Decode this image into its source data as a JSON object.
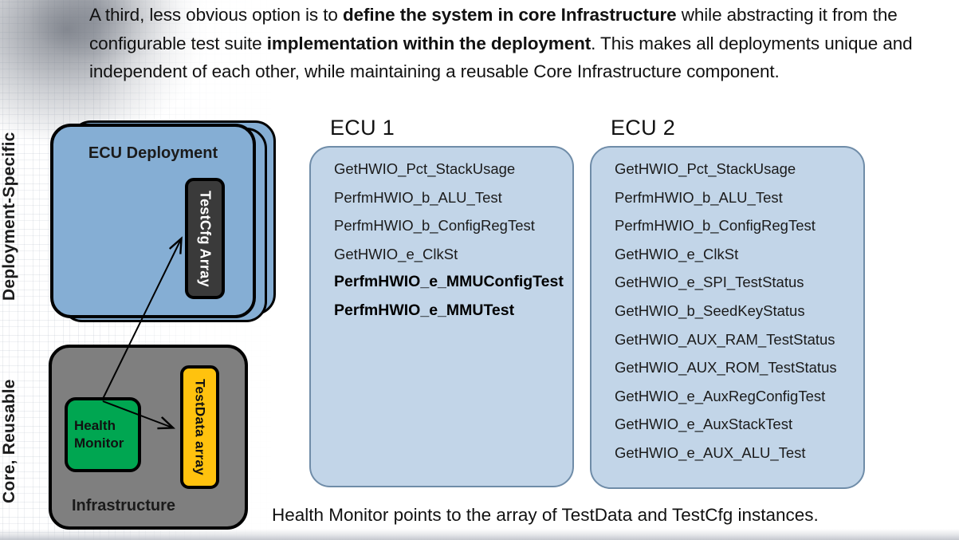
{
  "slide": {
    "intro": {
      "segments": [
        {
          "text": "A third, less obvious option is to ",
          "bold": false
        },
        {
          "text": "define the system in core Infrastructure",
          "bold": true
        },
        {
          "text": " while abstracting it from the configurable test suite ",
          "bold": false
        },
        {
          "text": "implementation within the deployment",
          "bold": true
        },
        {
          "text": ". This makes all deployments unique and independent of each other, while maintaining a reusable Core Infrastructure component.",
          "bold": false
        }
      ],
      "plain": "A third, less obvious option is to define the system in core Infrastructure while abstracting it from the configurable test suite implementation within the deployment. This makes all deployments unique and independent of each other, while maintaining a reusable Core Infrastructure component."
    },
    "caption": "Health Monitor points to the array of TestData and TestCfg instances."
  },
  "side_labels": {
    "top": "Deployment-Specific",
    "bottom": "Core, Reusable"
  },
  "deployment": {
    "title": "ECU Deployment",
    "testcfg_label": "TestCfg Array",
    "fill_color": "#85AED4",
    "testcfg_color": "#3A3A3A"
  },
  "infrastructure": {
    "title": "Infrastructure",
    "health_monitor": {
      "line1": "Health",
      "line2": "Monitor",
      "color": "#00A651"
    },
    "testdata_label": "TestData array",
    "testdata_color": "#FFC20E",
    "fill_color": "#7F7F7F"
  },
  "ecus": [
    {
      "heading": "ECU 1",
      "panel_color": "#C2D5E8",
      "items": [
        {
          "label": "GetHWIO_Pct_StackUsage",
          "emphasis": false
        },
        {
          "label": "PerfmHWIO_b_ALU_Test",
          "emphasis": false
        },
        {
          "label": "PerfmHWIO_b_ConfigRegTest",
          "emphasis": false
        },
        {
          "label": "GetHWIO_e_ClkSt",
          "emphasis": false
        },
        {
          "label": "PerfmHWIO_e_MMUConfigTest",
          "emphasis": true
        },
        {
          "label": "PerfmHWIO_e_MMUTest",
          "emphasis": true
        }
      ]
    },
    {
      "heading": "ECU 2",
      "panel_color": "#C2D5E8",
      "items": [
        {
          "label": "GetHWIO_Pct_StackUsage",
          "emphasis": false
        },
        {
          "label": "PerfmHWIO_b_ALU_Test",
          "emphasis": false
        },
        {
          "label": "PerfmHWIO_b_ConfigRegTest",
          "emphasis": false
        },
        {
          "label": "GetHWIO_e_ClkSt",
          "emphasis": false
        },
        {
          "label": "GetHWIO_e_SPI_TestStatus",
          "emphasis": false
        },
        {
          "label": "GetHWIO_b_SeedKeyStatus",
          "emphasis": false
        },
        {
          "label": "GetHWIO_AUX_RAM_TestStatus",
          "emphasis": false
        },
        {
          "label": "GetHWIO_AUX_ROM_TestStatus",
          "emphasis": false
        },
        {
          "label": "GetHWIO_e_AuxRegConfigTest",
          "emphasis": false
        },
        {
          "label": "GetHWIO_e_AuxStackTest",
          "emphasis": false
        },
        {
          "label": "GetHWIO_e_AUX_ALU_Test",
          "emphasis": false
        }
      ]
    }
  ],
  "connectors": [
    {
      "name": "health-monitor-to-testcfg-array",
      "from": "Health Monitor",
      "to": "TestCfg Array"
    },
    {
      "name": "health-monitor-to-testdata-array",
      "from": "Health Monitor",
      "to": "TestData array"
    }
  ]
}
